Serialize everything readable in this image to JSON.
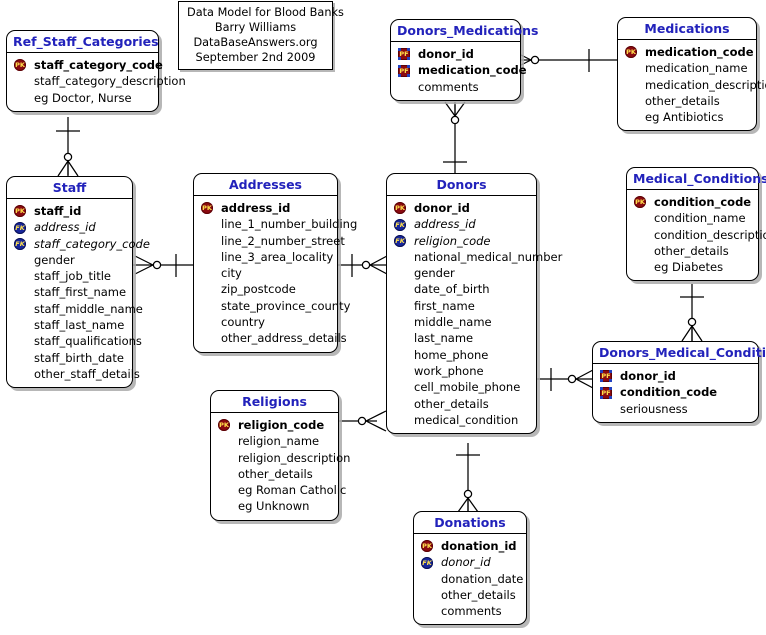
{
  "diagram": {
    "title_box": {
      "name": "title-legend-box",
      "lines": [
        "Data Model for Blood Banks",
        "Barry Williams",
        "DataBaseAnswers.org",
        "September 2nd 2009"
      ]
    },
    "key_labels": {
      "pk": "PK",
      "fk": "FK",
      "pf": "PF"
    },
    "colors": {
      "entity_title": "#2222bb",
      "pk_badge": "#8b0a10",
      "fk_badge": "#17269c",
      "badge_text": "#ffe14d",
      "border": "#000000",
      "background": "#ffffff"
    },
    "entities": [
      {
        "name": "Ref_Staff_Categories",
        "title": "Ref_Staff_Categories",
        "attributes": [
          {
            "key": "PK",
            "label": "staff_category_code"
          },
          {
            "key": "",
            "label": "staff_category_description"
          },
          {
            "key": "",
            "label": "eg Doctor, Nurse"
          }
        ]
      },
      {
        "name": "Staff",
        "title": "Staff",
        "attributes": [
          {
            "key": "PK",
            "label": "staff_id"
          },
          {
            "key": "FK",
            "label": "address_id"
          },
          {
            "key": "FK",
            "label": "staff_category_code"
          },
          {
            "key": "",
            "label": "gender"
          },
          {
            "key": "",
            "label": "staff_job_title"
          },
          {
            "key": "",
            "label": "staff_first_name"
          },
          {
            "key": "",
            "label": "staff_middle_name"
          },
          {
            "key": "",
            "label": "staff_last_name"
          },
          {
            "key": "",
            "label": "staff_qualifications"
          },
          {
            "key": "",
            "label": "staff_birth_date"
          },
          {
            "key": "",
            "label": "other_staff_details"
          }
        ]
      },
      {
        "name": "Addresses",
        "title": "Addresses",
        "attributes": [
          {
            "key": "PK",
            "label": "address_id"
          },
          {
            "key": "",
            "label": "line_1_number_building"
          },
          {
            "key": "",
            "label": "line_2_number_street"
          },
          {
            "key": "",
            "label": "line_3_area_locality"
          },
          {
            "key": "",
            "label": "city"
          },
          {
            "key": "",
            "label": "zip_postcode"
          },
          {
            "key": "",
            "label": "state_province_county"
          },
          {
            "key": "",
            "label": "country"
          },
          {
            "key": "",
            "label": "other_address_details"
          }
        ]
      },
      {
        "name": "Religions",
        "title": "Religions",
        "attributes": [
          {
            "key": "PK",
            "label": "religion_code"
          },
          {
            "key": "",
            "label": "religion_name"
          },
          {
            "key": "",
            "label": "religion_description"
          },
          {
            "key": "",
            "label": "other_details"
          },
          {
            "key": "",
            "label": "eg Roman Catholic"
          },
          {
            "key": "",
            "label": "eg Unknown"
          }
        ]
      },
      {
        "name": "Donors_Medications",
        "title": "Donors_Medications",
        "attributes": [
          {
            "key": "PF",
            "label": "donor_id"
          },
          {
            "key": "PF",
            "label": "medication_code"
          },
          {
            "key": "",
            "label": "comments"
          }
        ]
      },
      {
        "name": "Medications",
        "title": "Medications",
        "attributes": [
          {
            "key": "PK",
            "label": "medication_code"
          },
          {
            "key": "",
            "label": "medication_name"
          },
          {
            "key": "",
            "label": "medication_description"
          },
          {
            "key": "",
            "label": "other_details"
          },
          {
            "key": "",
            "label": "eg Antibiotics"
          }
        ]
      },
      {
        "name": "Donors",
        "title": "Donors",
        "attributes": [
          {
            "key": "PK",
            "label": "donor_id"
          },
          {
            "key": "FK",
            "label": "address_id"
          },
          {
            "key": "FK",
            "label": "religion_code"
          },
          {
            "key": "",
            "label": "national_medical_number"
          },
          {
            "key": "",
            "label": "gender"
          },
          {
            "key": "",
            "label": "date_of_birth"
          },
          {
            "key": "",
            "label": "first_name"
          },
          {
            "key": "",
            "label": "middle_name"
          },
          {
            "key": "",
            "label": "last_name"
          },
          {
            "key": "",
            "label": "home_phone"
          },
          {
            "key": "",
            "label": "work_phone"
          },
          {
            "key": "",
            "label": "cell_mobile_phone"
          },
          {
            "key": "",
            "label": "other_details"
          },
          {
            "key": "",
            "label": "medical_condition"
          }
        ]
      },
      {
        "name": "Medical_Conditions",
        "title": "Medical_Conditions",
        "attributes": [
          {
            "key": "PK",
            "label": "condition_code"
          },
          {
            "key": "",
            "label": "condition_name"
          },
          {
            "key": "",
            "label": "condition_description"
          },
          {
            "key": "",
            "label": "other_details"
          },
          {
            "key": "",
            "label": "eg Diabetes"
          }
        ]
      },
      {
        "name": "Donors_Medical_Conditions",
        "title": "Donors_Medical_Conditions",
        "attributes": [
          {
            "key": "PF",
            "label": "donor_id"
          },
          {
            "key": "PF",
            "label": "condition_code"
          },
          {
            "key": "",
            "label": "seriousness"
          }
        ]
      },
      {
        "name": "Donations",
        "title": "Donations",
        "attributes": [
          {
            "key": "PK",
            "label": "donation_id"
          },
          {
            "key": "FK",
            "label": "donor_id"
          },
          {
            "key": "",
            "label": "donation_date"
          },
          {
            "key": "",
            "label": "other_details"
          },
          {
            "key": "",
            "label": "comments"
          }
        ]
      }
    ],
    "relationships": [
      {
        "name": "ref-staff-categories-to-staff",
        "from": "Ref_Staff_Categories",
        "to": "Staff",
        "from_card": "one",
        "to_card": "many"
      },
      {
        "name": "addresses-to-staff",
        "from": "Addresses",
        "to": "Staff",
        "from_card": "one",
        "to_card": "many"
      },
      {
        "name": "addresses-to-donors",
        "from": "Addresses",
        "to": "Donors",
        "from_card": "one",
        "to_card": "many"
      },
      {
        "name": "religions-to-donors",
        "from": "Religions",
        "to": "Donors",
        "from_card": "one",
        "to_card": "many"
      },
      {
        "name": "donors-to-donors-medications",
        "from": "Donors",
        "to": "Donors_Medications",
        "from_card": "one",
        "to_card": "many"
      },
      {
        "name": "medications-to-donors-medications",
        "from": "Medications",
        "to": "Donors_Medications",
        "from_card": "one",
        "to_card": "many"
      },
      {
        "name": "donors-to-donors-medical-conditions",
        "from": "Donors",
        "to": "Donors_Medical_Conditions",
        "from_card": "one",
        "to_card": "many"
      },
      {
        "name": "medical-conditions-to-donors-medical-conditions",
        "from": "Medical_Conditions",
        "to": "Donors_Medical_Conditions",
        "from_card": "one",
        "to_card": "many"
      },
      {
        "name": "donors-to-donations",
        "from": "Donors",
        "to": "Donations",
        "from_card": "one",
        "to_card": "many"
      }
    ]
  }
}
